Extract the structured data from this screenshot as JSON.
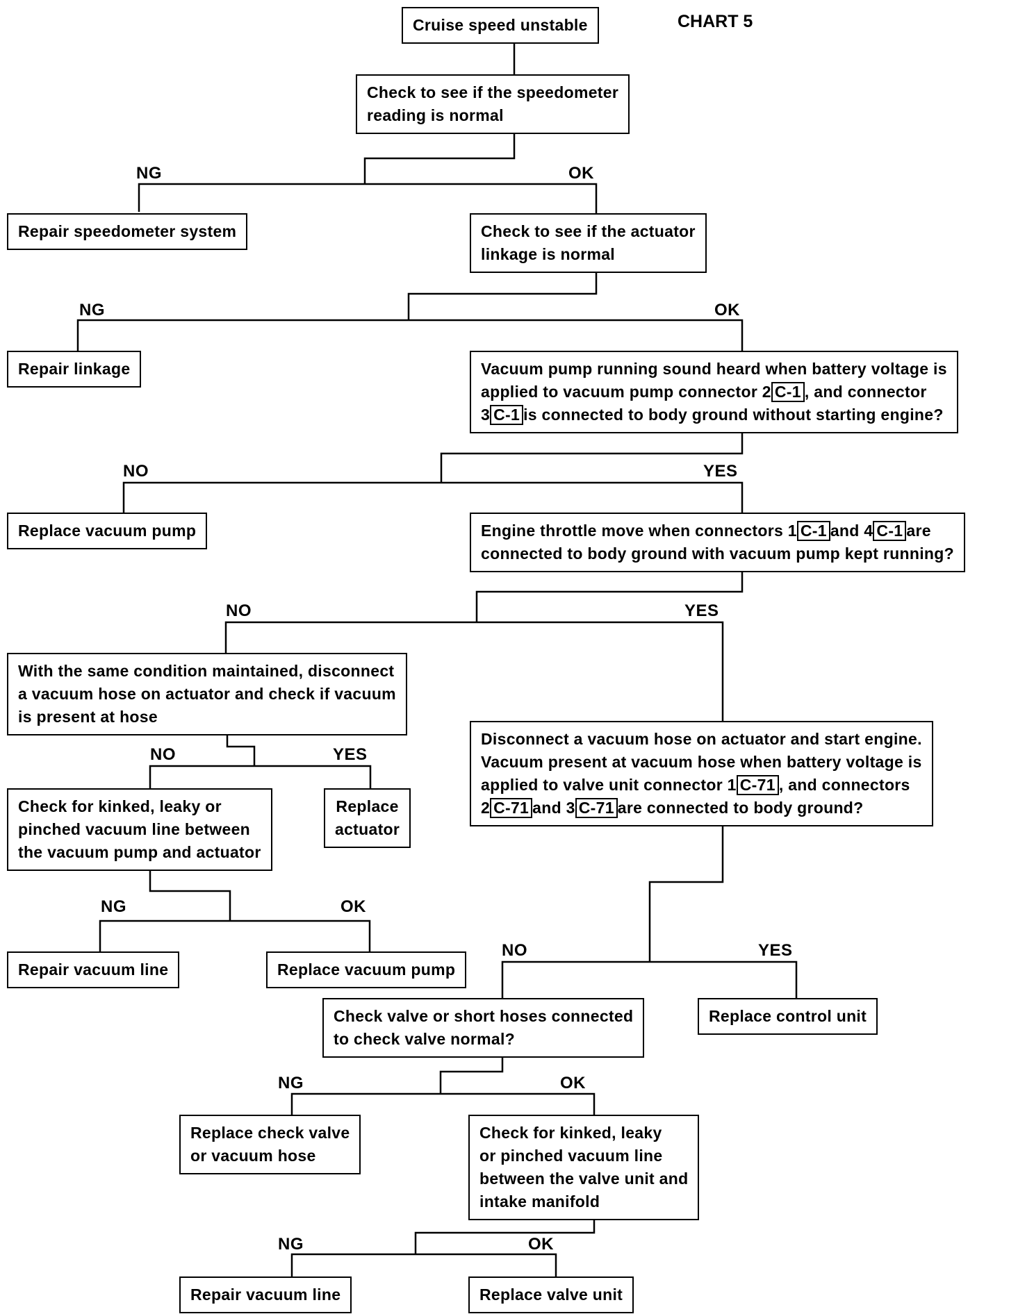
{
  "chart_title": "CHART 5",
  "nodes": {
    "start": "Cruise speed unstable",
    "speedo_check": [
      "Check to see if the speedometer",
      "reading is normal"
    ],
    "repair_speedo": "Repair speedometer system",
    "linkage_check": [
      "Check to see if the actuator",
      "linkage is normal"
    ],
    "repair_linkage": "Repair linkage",
    "pump_sound": {
      "l1": "Vacuum pump running sound heard when battery voltage is",
      "l2a": "applied to vacuum pump connector 2",
      "l2tag": "C-1",
      "l2b": ", and connector",
      "l3a": "3",
      "l3tag": "C-1",
      "l3b": "is connected to body ground without starting engine?"
    },
    "replace_pump_1": "Replace vacuum pump",
    "throttle": {
      "l1a": "Engine throttle move when connectors 1",
      "tag1": "C-1",
      "l1b": "and 4",
      "tag2": "C-1",
      "l1c": "are",
      "l2": "connected to body ground with vacuum pump kept running?"
    },
    "same_condition": [
      "With the same condition maintained, disconnect",
      "a vacuum hose on actuator and check if vacuum",
      "is present at hose"
    ],
    "kinked_1": [
      "Check for kinked, leaky or",
      "pinched vacuum line between",
      "the vacuum pump and actuator"
    ],
    "replace_actuator": [
      "Replace",
      "actuator"
    ],
    "repair_line_1": "Repair vacuum line",
    "replace_pump_2": "Replace vacuum pump",
    "disconnect": {
      "l1": "Disconnect a vacuum hose on actuator and start engine.",
      "l2": "Vacuum present at vacuum hose when battery voltage is",
      "l3a": "applied to valve unit connector 1",
      "l3tag": "C-71",
      "l3b": ", and connectors",
      "l4a": "2",
      "l4tag1": "C-71",
      "l4b": "and 3",
      "l4tag2": "C-71",
      "l4c": "are connected to body ground?"
    },
    "check_valve": [
      "Check valve or short hoses connected",
      "to check valve normal?"
    ],
    "replace_control": "Replace control unit",
    "replace_check_valve": [
      "Replace check valve",
      "or vacuum hose"
    ],
    "kinked_2": [
      "Check for kinked, leaky",
      "or pinched vacuum line",
      "between the valve unit and",
      "intake manifold"
    ],
    "repair_line_2": "Repair vacuum line",
    "replace_valve": "Replace valve unit"
  },
  "labels": {
    "ng": "NG",
    "ok": "OK",
    "no": "NO",
    "yes": "YES"
  }
}
